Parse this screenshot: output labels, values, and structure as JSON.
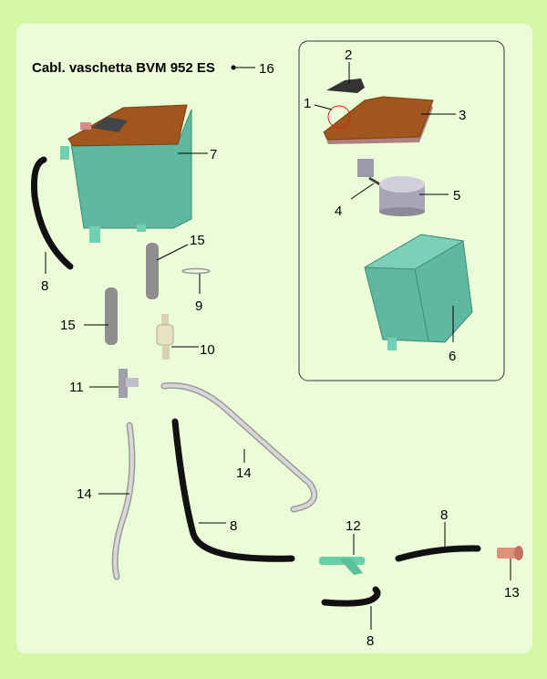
{
  "title": "Cabl. vaschetta BVM 952 ES",
  "title_ref": "16",
  "callouts": {
    "c1": "1",
    "c2": "2",
    "c3": "3",
    "c4": "4",
    "c5": "5",
    "c6": "6",
    "c7": "7",
    "c8a": "8",
    "c8b": "8",
    "c8c": "8",
    "c8d": "8",
    "c9": "9",
    "c10": "10",
    "c11": "11",
    "c12": "12",
    "c13": "13",
    "c14a": "14",
    "c14b": "14",
    "c15a": "15",
    "c15b": "15"
  },
  "colors": {
    "background": "#d4f6a6",
    "panel": "#ebfcd9",
    "tank": "#5fb8a0",
    "lid": "#a0561c",
    "hose_black": "#111111",
    "hose_gray": "#c8c8c8",
    "highlight_circle": "#e02020"
  }
}
